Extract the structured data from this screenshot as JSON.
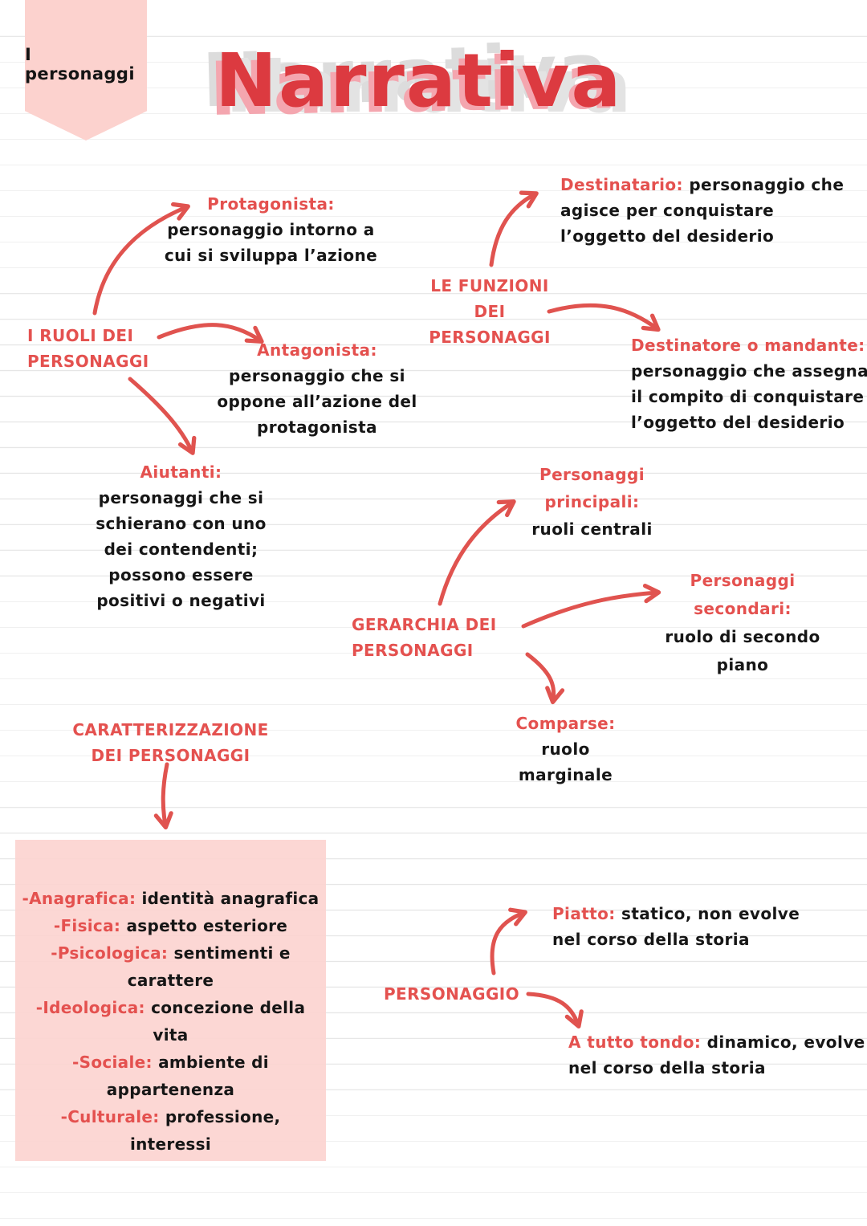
{
  "page": {
    "bookmark_label": "I personaggi",
    "title": "Narrativa"
  },
  "colors": {
    "accent_red": "#e4514f",
    "title_red": "#dc3a40",
    "bookmark_pink": "#fcd2ce",
    "box_pink": "#fcd4d0",
    "ink": "#161616",
    "rule_line": "#e6e6e6"
  },
  "nodes": {
    "ruoli": {
      "lines": [
        "I RUOLI DEI",
        "PERSONAGGI"
      ]
    },
    "protagonista": {
      "label": "Protagonista:",
      "lines": [
        "personaggio intorno a",
        "cui si sviluppa l’azione"
      ]
    },
    "antagonista": {
      "label": "Antagonista:",
      "lines": [
        "personaggio che si",
        "oppone all’azione del",
        "protagonista"
      ]
    },
    "aiutanti": {
      "label": "Aiutanti:",
      "lines": [
        "personaggi che si",
        "schierano con uno",
        "dei contendenti;",
        "possono essere",
        "positivi o negativi"
      ]
    },
    "funzioni": {
      "lines": [
        "LE FUNZIONI",
        "DEI",
        "PERSONAGGI"
      ]
    },
    "destinatario": {
      "label": "Destinatario:",
      "inline": "personaggio che",
      "lines": [
        "agisce per conquistare",
        "l’oggetto del desiderio"
      ]
    },
    "destinatore": {
      "label": "Destinatore o mandante:",
      "lines": [
        "personaggio che assegna",
        "il compito di conquistare",
        "l’oggetto del desiderio"
      ]
    },
    "gerarchia": {
      "lines": [
        "GERARCHIA DEI",
        "PERSONAGGI"
      ]
    },
    "principali": {
      "label_lines": [
        "Personaggi",
        "principali:"
      ],
      "lines": [
        "ruoli centrali"
      ]
    },
    "secondari": {
      "label_lines": [
        "Personaggi",
        "secondari:"
      ],
      "lines": [
        "ruolo di secondo",
        "piano"
      ]
    },
    "comparse": {
      "label": "Comparse:",
      "lines": [
        "ruolo",
        "marginale"
      ]
    },
    "caratterizzazione": {
      "lines": [
        "CARATTERIZZAZIONE",
        "DEI PERSONAGGI"
      ]
    },
    "personaggio": {
      "label": "PERSONAGGIO"
    },
    "piatto": {
      "label": "Piatto:",
      "inline": "statico, non evolve",
      "lines": [
        "nel corso della storia"
      ]
    },
    "tutto_tondo": {
      "label": "A tutto tondo:",
      "inline": "dinamico, evolve",
      "lines": [
        "nel corso della storia"
      ]
    }
  },
  "box": {
    "items": [
      {
        "label": "-Anagrafica:",
        "text": "identità anagrafica"
      },
      {
        "label": "-Fisica:",
        "text": "aspetto esteriore"
      },
      {
        "label": "-Psicologica:",
        "text": "sentimenti e carattere"
      },
      {
        "label": "-Ideologica:",
        "text": "concezione della vita"
      },
      {
        "label": "-Sociale:",
        "text": "ambiente di appartenenza"
      },
      {
        "label": "-Culturale:",
        "text": "professione, interessi"
      }
    ]
  }
}
